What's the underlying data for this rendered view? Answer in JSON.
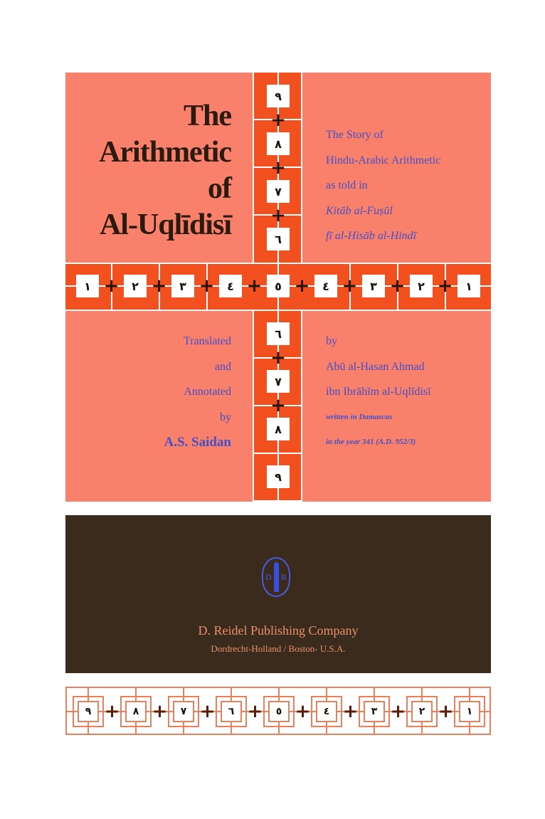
{
  "title": {
    "lines": [
      "The",
      "Arithmetic",
      "of",
      "Al-Uqlīdisī"
    ]
  },
  "subtitle": {
    "lines": [
      "The Story of",
      "Hindu-Arabic Arithmetic",
      "as told in"
    ],
    "italic_lines": [
      "Kitāb al-Fuṣūl",
      "fī al-Hisāb al-Hindī"
    ]
  },
  "translator": {
    "lines": [
      "Translated",
      "and",
      "Annotated",
      "by"
    ],
    "name": "A.S. Saidan"
  },
  "author": {
    "by": "by",
    "lines": [
      "Abū al-Hasan Ahmad",
      "ibn Ibrāhīm al-Uqlīdisī"
    ],
    "notes": [
      "written in Damascus",
      "in the year 341 (A.D. 952/3)"
    ]
  },
  "publisher": {
    "name": "D.  Reidel Publishing Company",
    "place": "Dordrecht-Holland / Boston- U.S.A.",
    "logo_letters": [
      "D",
      "R"
    ]
  },
  "numerals": {
    "vertical_top": [
      "٩",
      "٨",
      "٧",
      "٦"
    ],
    "horizontal": [
      "١",
      "٢",
      "٣",
      "٤",
      "٥",
      "٤",
      "٣",
      "٢",
      "١"
    ],
    "vertical_bottom": [
      "٦",
      "٧",
      "٨",
      "٩"
    ],
    "bottom_strip": [
      "٩",
      "٨",
      "٧",
      "٦",
      "٥",
      "٤",
      "٣",
      "٢",
      "١"
    ],
    "plus": "+"
  },
  "colors": {
    "salmon": "#f9806a",
    "band": "#f2501f",
    "dark": "#3a2b1d",
    "blue_text": "#4450c8",
    "title_text": "#2a1a10"
  }
}
